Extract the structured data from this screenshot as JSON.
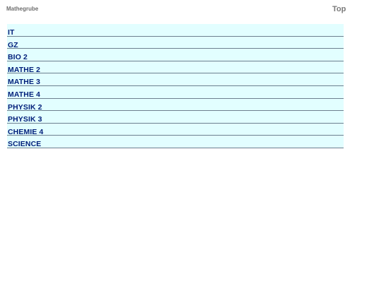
{
  "header": {
    "site_name": "Mathegrube",
    "top_label": "Top"
  },
  "nav": {
    "items": [
      {
        "label": "IT"
      },
      {
        "label": "GZ"
      },
      {
        "label": "BIO 2"
      },
      {
        "label": "MATHE 2"
      },
      {
        "label": "MATHE 3"
      },
      {
        "label": "MATHE 4"
      },
      {
        "label": "PHYSIK 2"
      },
      {
        "label": "PHYSIK 3"
      },
      {
        "label": "CHEMIE 4"
      },
      {
        "label": "SCIENCE"
      }
    ]
  },
  "colors": {
    "row_background": "#e2feff",
    "row_text": "#001f7a",
    "row_divider": "#6d7f8f",
    "header_text": "#6e6e6e"
  }
}
